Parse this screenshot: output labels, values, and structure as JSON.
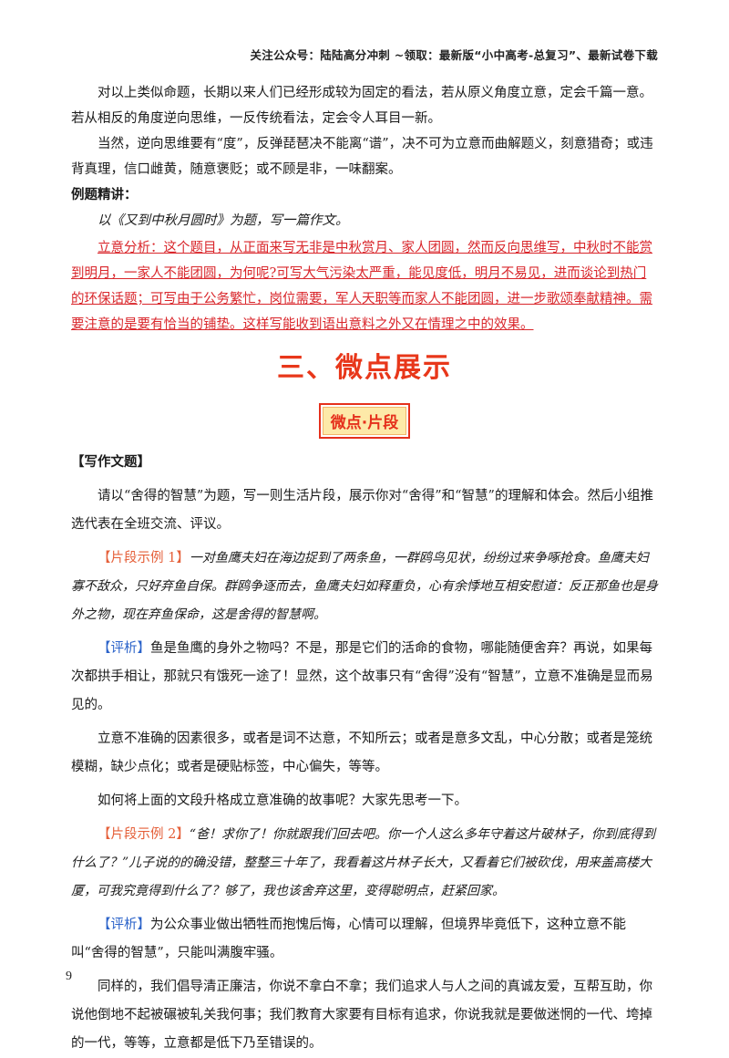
{
  "header": "关注公众号：陆陆高分冲刺 ~领取：最新版“小中高考-总复习”、最新试卷下载",
  "section1": {
    "para1": "对以上类似命题，长期以来人们已经形成较为固定的看法，若从原义角度立意，定会千篇一意。若从相反的角度逆向思维，一反传统看法，定会令人耳目一新。",
    "para2": "当然，逆向思维要有“度”，反弹琵琶决不能离“谱”，决不可为立意而曲解题义，刻意猎奇；或违背真理，信口雌黄，随意褒贬；或不顾是非，一味翻案。",
    "example_label": "例题精讲：",
    "topic": "以《又到中秋月圆时》为题，写一篇作文。",
    "analysis": "立意分析：这个题目，从正面来写无非是中秋赏月、家人团圆，然而反向思维写，中秋时不能赏到明月，一家人不能团圆，为何呢?可写大气污染太严重，能见度低，明月不易见，进而谈论到热门的环保话题；可写由于公务繁忙，岗位需要，军人天职等而家人不能团圆，进一步歌颂奉献精神。需要注意的是要有恰当的铺垫。这样写能收到语出意料之外又在情理之中的效果。"
  },
  "main_title": "三、微点展示",
  "badge": "微点·片段",
  "section2": {
    "heading": "【写作文题】",
    "prompt": "请以“舍得的智慧”为题，写一则生活片段，展示你对“舍得”和“智慧”的理解和体会。然后小组推选代表在全班交流、评议。",
    "example1_tag": "【片段示例 1】",
    "example1": "一对鱼鹰夫妇在海边捉到了两条鱼，一群鸥鸟见状，纷纷过来争啄抢食。鱼鹰夫妇寡不敌众，只好弃鱼自保。群鸥争逐而去，鱼鹰夫妇如释重负，心有余悸地互相安慰道：反正那鱼也是身外之物，现在弃鱼保命，这是舍得的智慧啊。",
    "comment1_tag": "【评析】",
    "comment1": "鱼是鱼鹰的身外之物吗？不是，那是它们的活命的食物，哪能随便舍弃？再说，如果每次都拱手相让，那就只有饿死一途了！显然，这个故事只有“舍得”没有“智慧”，立意不准确是显而易见的。",
    "para_a": "立意不准确的因素很多，或者是词不达意，不知所云；或者是意多文乱，中心分散；或者是笼统模糊，缺少点化；或者是硬贴标签，中心偏失，等等。",
    "para_b": "如何将上面的文段升格成立意准确的故事呢？大家先思考一下。",
    "example2_tag": "【片段示例 2】",
    "example2": "“爸！求你了！你就跟我们回去吧。你一个人这么多年守着这片破林子，你到底得到什么了？”儿子说的的确没错，整整三十年了，我看着这片林子长大，又看着它们被砍伐，用来盖高楼大厦，可我究竟得到什么了？够了，我也该舍弃这里，变得聪明点，赶紧回家。",
    "comment2_tag": "【评析】",
    "comment2": "为公众事业做出牺牲而抱愧后悔，心情可以理解，但境界毕竟低下，这种立意不能叫“舍得的智慧”，只能叫满腹牢骚。",
    "para_c": "同样的，我们倡导清正廉洁，你说不拿白不拿；我们追求人与人之间的真诚友爱，互帮互助，你说他倒地不起被碾被轧关我何事；我们教育大家要有目标有追求，你说我就是要做迷惘的一代、垮掉的一代，等等，立意都是低下乃至错误的。"
  },
  "page_number": "9"
}
